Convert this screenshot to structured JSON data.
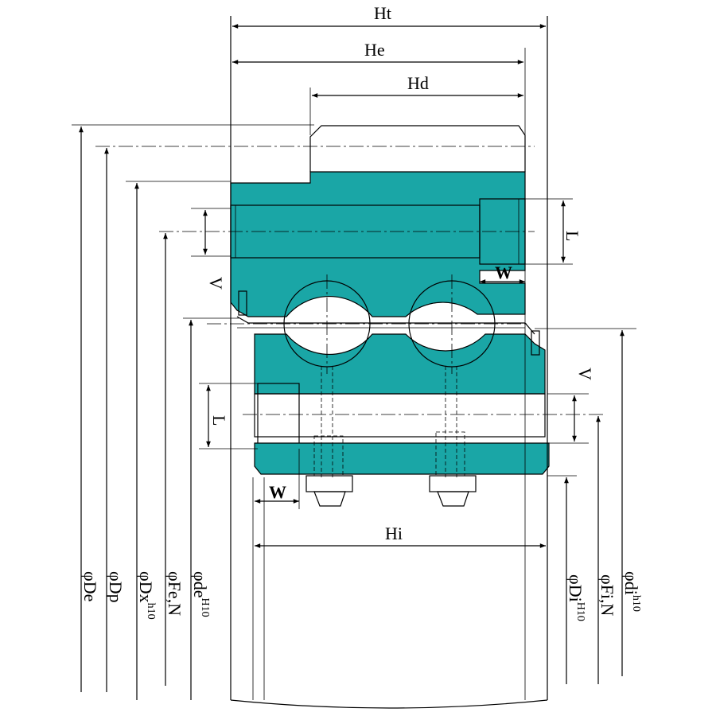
{
  "diagram": {
    "fill_color": "#1aa6a6",
    "labels": {
      "Ht": "Ht",
      "He": "He",
      "Hd": "Hd",
      "Hi": "Hi",
      "L_top": "L",
      "L_bottom": "L",
      "V_top": "V",
      "V_bottom": "V",
      "W_top": "W",
      "W_bottom": "W"
    },
    "left_dims": [
      {
        "text": "φDe",
        "sup": ""
      },
      {
        "text": "φDp",
        "sup": ""
      },
      {
        "text": "φDx",
        "sup": "h10"
      },
      {
        "text": "φFe,N",
        "sup": ""
      },
      {
        "text": "φde",
        "sup": "H10"
      }
    ],
    "right_dims": [
      {
        "text": "φDi",
        "sup": "H10"
      },
      {
        "text": "φFi,N",
        "sup": ""
      },
      {
        "text": "φdi",
        "sup": "h10"
      }
    ]
  }
}
